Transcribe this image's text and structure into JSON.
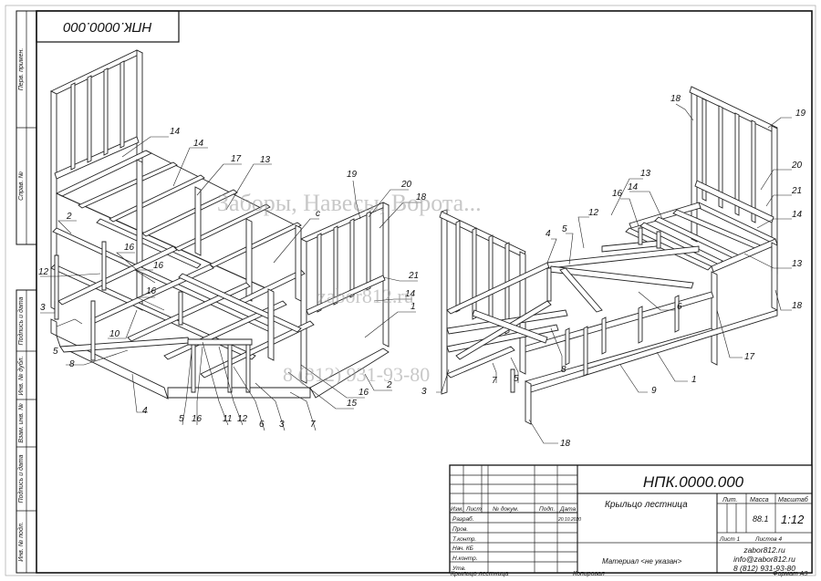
{
  "drawing": {
    "code": "НПК.0000.000",
    "code_rotated": "НПК.0000.000",
    "name": "Крыльцо лестница"
  },
  "side_strip": {
    "perv_primen": "Перв. примен.",
    "sprav_no": "Справ. №",
    "podpis_data_1": "Подпись и дата",
    "inv_dubl": "Инв. № дубл.",
    "vzam_inv": "Взам. инв. №",
    "podpis_data_2": "Подпись и дата",
    "inv_podl": "Инв. № подл."
  },
  "watermark": {
    "line1": "Заборы, Навесы, Ворота...",
    "line2": "zabor812.ru",
    "line3": "8 (812) 931-93-80"
  },
  "title_block": {
    "izm": "Изм.",
    "list": "Лист",
    "doc_no": "№ докум.",
    "podp": "Подп.",
    "data": "Дата",
    "razrab": "Разраб.",
    "razrab_date": "20.10.2020",
    "prov": "Пров.",
    "tkontr": "Т.контр.",
    "nach": "Нач. КБ",
    "nkontr": "Н.контр.",
    "utv": "Утв.",
    "lit_label": "Лит.",
    "mass_label": "Масса",
    "scale_label": "Масштаб",
    "mass_value": "88.1",
    "scale_value": "1:12",
    "sheet_label": "Лист 1",
    "sheets_label": "Листов 4",
    "material": "Материал <не указан>",
    "site": "zabor812.ru",
    "email": "info@zabor812.ru",
    "phone": "8 (812) 931-93-80"
  },
  "footer": {
    "name": "Крыльцо лестница",
    "copied": "Копировал",
    "format": "Формат A3"
  },
  "callouts_left": [
    "14",
    "14",
    "17",
    "13",
    "2",
    "16",
    "16",
    "12",
    "3",
    "16",
    "5",
    "10",
    "8",
    "4",
    "5",
    "16",
    "11",
    "12",
    "6",
    "3",
    "7",
    "15",
    "16",
    "2",
    "1",
    "14",
    "21",
    "18",
    "20",
    "19",
    "c"
  ],
  "callouts_right": [
    "18",
    "19",
    "20",
    "21",
    "14",
    "13",
    "18",
    "13",
    "16",
    "14",
    "12",
    "4",
    "5",
    "6",
    "17",
    "1",
    "8",
    "9",
    "5",
    "7",
    "3",
    "18"
  ]
}
